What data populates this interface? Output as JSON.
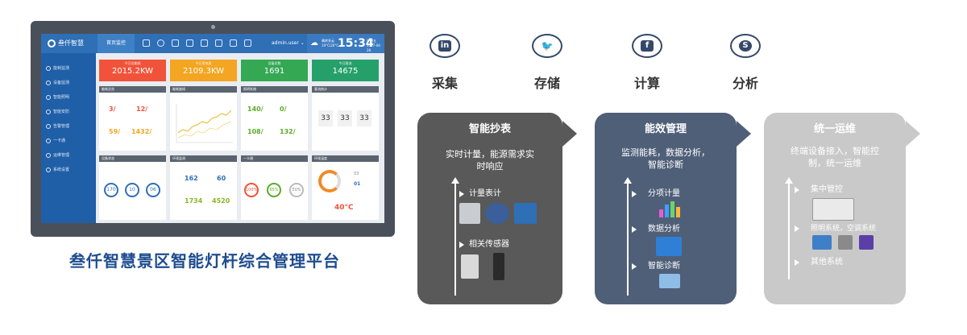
{
  "dashboard": {
    "logo_text": "叁仟智慧",
    "home_tab": "首页监控",
    "user": "admin.user",
    "weather_text": "晴转多云",
    "weather_temp": "19°C/26°C",
    "time": "15:34",
    "weekday": "星期五",
    "date": "2017-04-28",
    "sidebar": [
      "能耗监测",
      "设备监测",
      "智能照明",
      "智能安防",
      "告警管理",
      "一卡通",
      "运维管理",
      "系统设置"
    ],
    "kpis": [
      {
        "label": "今日总能耗",
        "value": "2015.2KW",
        "color": "#f0533a"
      },
      {
        "label": "今日用电量",
        "value": "2109.3KW",
        "color": "#f4a521"
      },
      {
        "label": "设备总数",
        "value": "1691",
        "color": "#34a853"
      },
      {
        "label": "今日客流",
        "value": "14675",
        "color": "#25a06b"
      }
    ],
    "panels": {
      "p1": {
        "title": "能耗总览",
        "m1": "3/",
        "m2": "12/",
        "m3": "59/",
        "m4": "1432/"
      },
      "p2": {
        "title": "能耗曲线"
      },
      "p3": {
        "title": "照明系统",
        "m1": "140/",
        "m2": "0/",
        "m3": "108/",
        "m4": "132/"
      },
      "p4": {
        "title": "客流统计",
        "n1": "33",
        "n2": "33",
        "n3": "33"
      },
      "p5": {
        "title": "设备状态",
        "c1": "170",
        "c2": "10",
        "c3": "06"
      },
      "p6": {
        "title": "环境监测",
        "v1": "162",
        "v2": "60",
        "v3": "1734",
        "v4": "4520"
      },
      "p7": {
        "title": "一卡通",
        "g1": "100%",
        "g2": "65%",
        "g3": "50%"
      },
      "p8": {
        "title": "环境温度",
        "t1": "03",
        "t2": "01",
        "temp": "40°C"
      }
    }
  },
  "caption": "叁仟智慧景区智能灯杆综合管理平台",
  "steps": [
    {
      "label": "采集",
      "icon": "in"
    },
    {
      "label": "存储",
      "icon": "🐦"
    },
    {
      "label": "计算",
      "icon": "f"
    },
    {
      "label": "分析",
      "icon": "S"
    }
  ],
  "colors": {
    "dark": "#595959",
    "mid": "#4f5f78",
    "light": "#c9c9c9",
    "brand": "#1e4c8f"
  },
  "panel1": {
    "title": "智能抄表",
    "desc1": "实时计量，能源需求实",
    "desc2": "时响应",
    "item1": "计量表计",
    "item2": "相关传感器"
  },
  "panel2": {
    "title": "能效管理",
    "desc1": "监测能耗，数据分析，",
    "desc2": "智能诊断",
    "item1": "分项计量",
    "item2": "数据分析",
    "item3": "智能诊断"
  },
  "panel3": {
    "title": "统一运维",
    "desc1": "终端设备接入，智能控",
    "desc2": "制，统一运维",
    "item1": "集中管控",
    "item2": "照明系统，空调系统",
    "item3": "其他系统"
  }
}
